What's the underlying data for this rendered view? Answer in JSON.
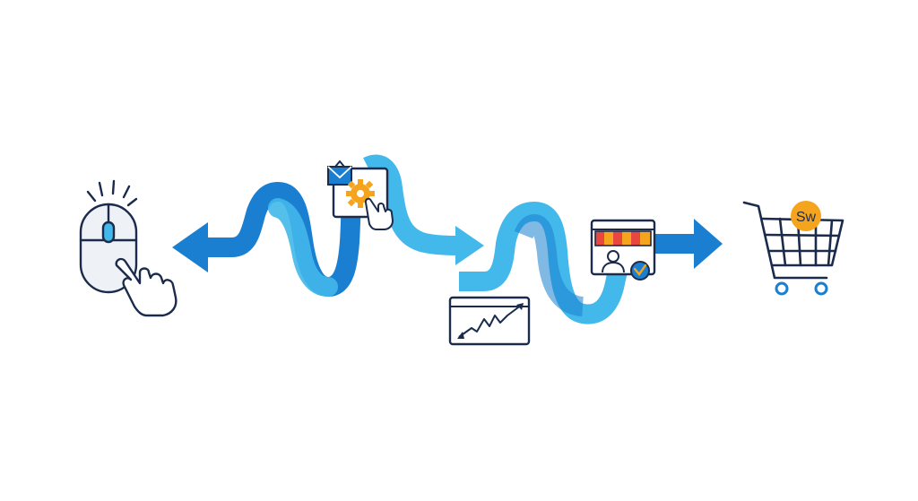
{
  "colors": {
    "background": "#ffffff",
    "dark_blue": "#1a7fd0",
    "light_blue": "#43b8ea",
    "navy_outline": "#1a2b4c",
    "orange": "#f5a41d",
    "red": "#e8463e",
    "icon_fill": "#eef1f5"
  },
  "icons": {
    "mouse": "computer-mouse-with-clicking-hand",
    "email_settings": "envelope-and-gear-tap",
    "analytics": "rising-line-chart-window",
    "storefront": "online-store-window-with-customer",
    "cart": "shopping-cart"
  },
  "cart_badge": {
    "text": "Sw"
  }
}
